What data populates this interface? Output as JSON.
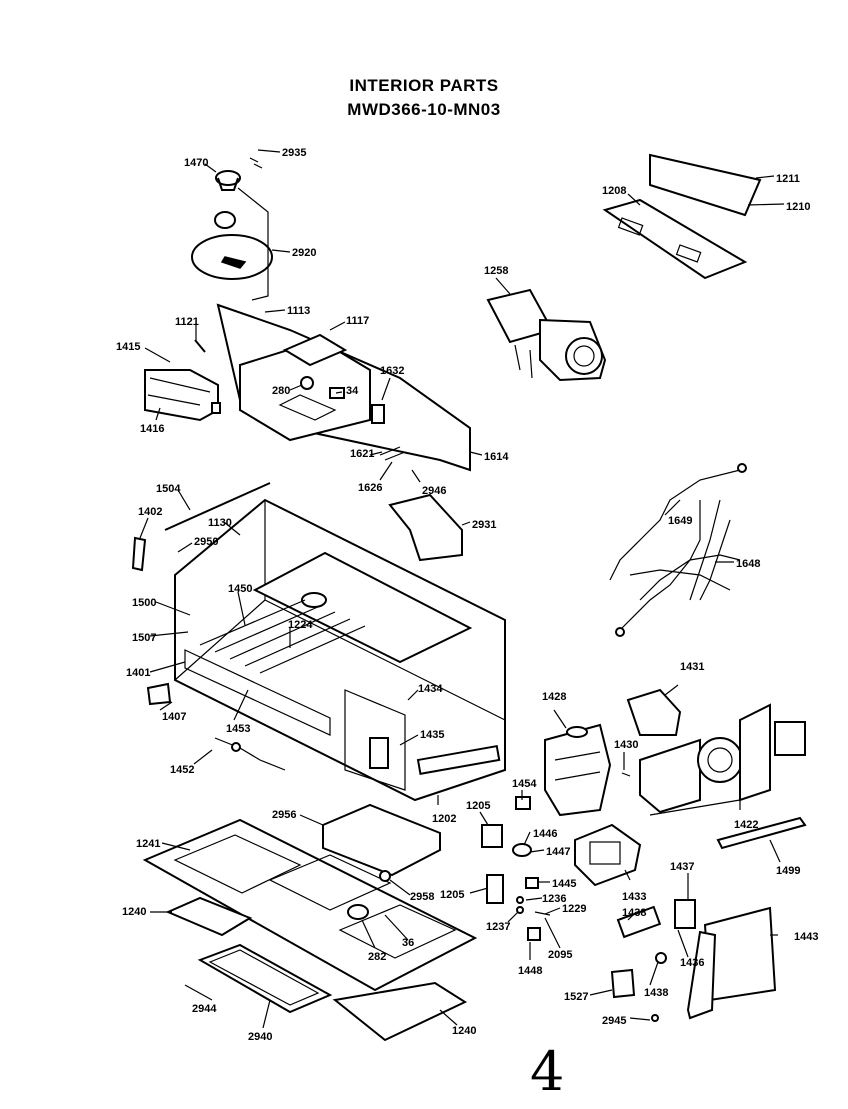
{
  "title": "INTERIOR PARTS",
  "model": "MWD366-10-MN03",
  "handwritten_mark": "4",
  "labels": [
    "1470",
    "2935",
    "2920",
    "1113",
    "1117",
    "1121",
    "1415",
    "1416",
    "280",
    "34",
    "1632",
    "1621",
    "1626",
    "2946",
    "1614",
    "1211",
    "1210",
    "1208",
    "1258",
    "1504",
    "1402",
    "1130",
    "2950",
    "2931",
    "1649",
    "1648",
    "1450",
    "1500",
    "1507",
    "1224",
    "1401",
    "1407",
    "1434",
    "1435",
    "1453",
    "1452",
    "1428",
    "1430",
    "1431",
    "1454",
    "1422",
    "2956",
    "1202",
    "1205",
    "1446",
    "1447",
    "1241",
    "1445",
    "1433",
    "1437",
    "1499",
    "2958",
    "1205",
    "1236",
    "1229",
    "1237",
    "1438",
    "1240",
    "282",
    "36",
    "2095",
    "1436",
    "1443",
    "1448",
    "1527",
    "1438",
    "2944",
    "2945",
    "2940",
    "1240"
  ]
}
